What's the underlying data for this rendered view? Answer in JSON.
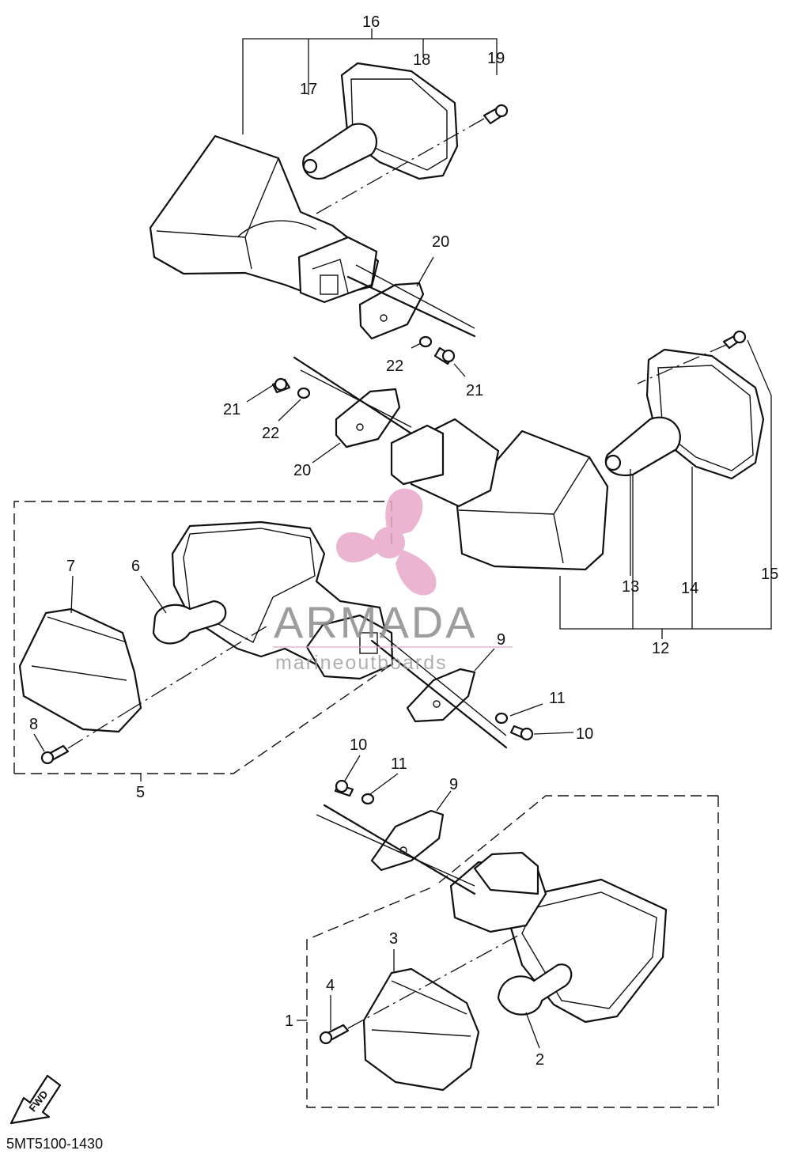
{
  "part_labels": [
    "1",
    "2",
    "3",
    "4",
    "5",
    "6",
    "7",
    "8",
    "9",
    "9",
    "10",
    "10",
    "11",
    "11",
    "12",
    "13",
    "14",
    "15",
    "16",
    "17",
    "18",
    "19",
    "20",
    "20",
    "21",
    "21",
    "22",
    "22"
  ],
  "watermark": {
    "name": "ARMADA",
    "tagline": "marineoutboards",
    "color": "#e8a8c9"
  },
  "fwd_arrow": {
    "text": "FWD"
  },
  "drawing_code": "5MT5100-1430"
}
